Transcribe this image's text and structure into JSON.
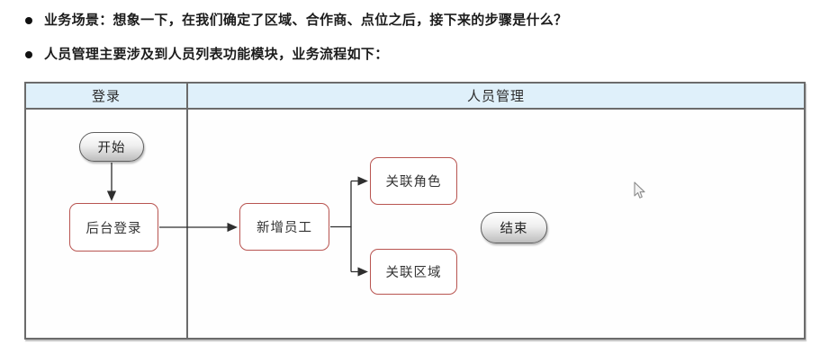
{
  "page": {
    "bullets": [
      "业务场景：想象一下，在我们确定了区域、合作商、点位之后，接下来的步骤是什么？",
      "人员管理主要涉及到人员列表功能模块，业务流程如下："
    ]
  },
  "diagram": {
    "type": "swimlane-flowchart",
    "lanes": [
      {
        "label": "登录"
      },
      {
        "label": "人员管理"
      }
    ],
    "nodes": {
      "start": {
        "label": "开始",
        "shape": "terminator"
      },
      "backend_login": {
        "label": "后台登录",
        "shape": "process"
      },
      "add_employee": {
        "label": "新增员工",
        "shape": "process"
      },
      "link_role": {
        "label": "关联角色",
        "shape": "process"
      },
      "link_region": {
        "label": "关联区域",
        "shape": "process"
      },
      "end": {
        "label": "结束",
        "shape": "terminator"
      }
    },
    "edges": [
      "开始 → 后台登录",
      "后台登录 → 新增员工",
      "新增员工 → 关联角色",
      "新增员工 → 关联区域"
    ],
    "colors": {
      "lane_header_bg": "#dff0fa",
      "lane_border": "#6b6b6b",
      "process_border": "#b85450",
      "terminator_border": "#5f5f5f",
      "arrow": "#2e2e2e"
    }
  }
}
